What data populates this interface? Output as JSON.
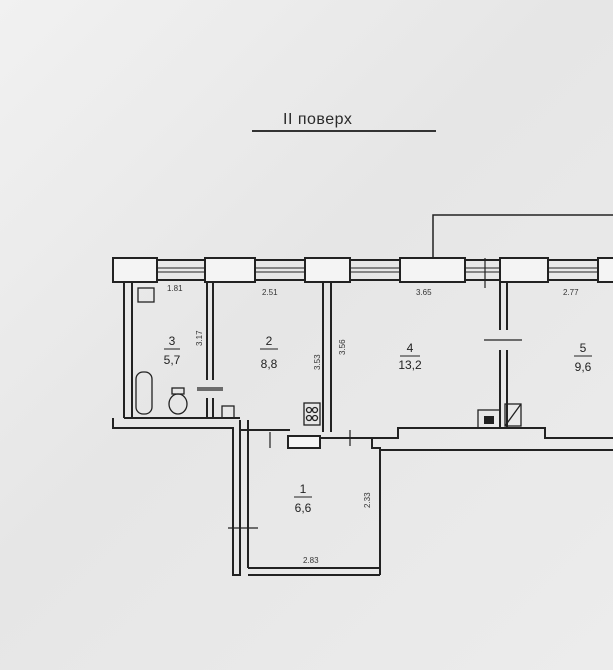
{
  "title": "ІІ поверх",
  "rooms": [
    {
      "num": "3",
      "area": "5,7"
    },
    {
      "num": "2",
      "area": "8,8"
    },
    {
      "num": "4",
      "area": "13,2"
    },
    {
      "num": "5",
      "area": "9,6"
    },
    {
      "num": "1",
      "area": "6,6"
    }
  ],
  "dimensions": {
    "top_1": "1.81",
    "top_2": "2.51",
    "top_3": "3.65",
    "top_4": "2.77",
    "v_1": "3.17",
    "v_2": "3.53",
    "v_3": "3.56",
    "v_4": "2.33",
    "bottom_1": "2.83"
  }
}
